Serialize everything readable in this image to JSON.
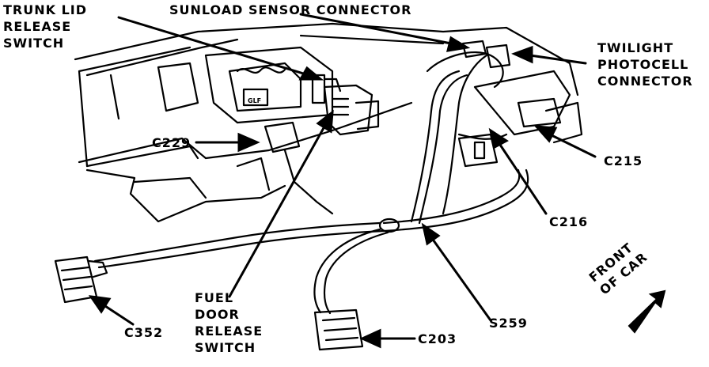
{
  "diagram": {
    "labels": {
      "trunk_lid": [
        "TRUNK LID",
        "RELEASE",
        "SWITCH"
      ],
      "sunload": "SUNLOAD SENSOR CONNECTOR",
      "twilight": [
        "TWILIGHT",
        "PHOTOCELL",
        "CONNECTOR"
      ],
      "c229": "C229",
      "c215": "C215",
      "c216": "C216",
      "c352": "C352",
      "fuel_door": [
        "FUEL",
        "DOOR",
        "RELEASE",
        "SWITCH"
      ],
      "c203": "C203",
      "s259": "S259",
      "front_of_car": [
        "FRONT",
        "OF CAR"
      ],
      "glf_tag": "GLF"
    },
    "colors": {
      "ink": "#000000",
      "paper": "#ffffff"
    }
  }
}
